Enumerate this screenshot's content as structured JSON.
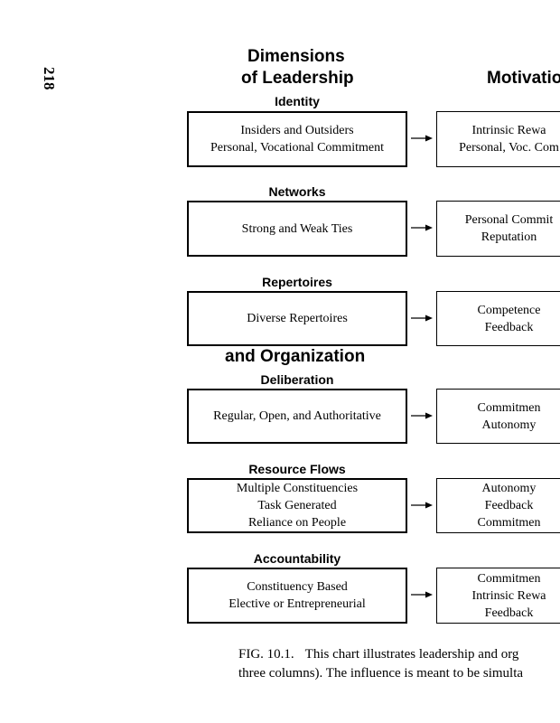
{
  "page_number": "218",
  "titles": {
    "dimensions_line1": "Dimensions",
    "dimensions_line2": "of Leadership",
    "motivation": "Motivation",
    "organization": "and Organization"
  },
  "sections": [
    {
      "heading": "Identity",
      "left_lines": [
        "Insiders and Outsiders",
        "Personal, Vocational Commitment"
      ],
      "right_lines": [
        "Intrinsic Rewa",
        "Personal, Voc. Com"
      ]
    },
    {
      "heading": "Networks",
      "left_lines": [
        "Strong and Weak Ties"
      ],
      "right_lines": [
        "Personal Commit",
        "Reputation"
      ]
    },
    {
      "heading": "Repertoires",
      "left_lines": [
        "Diverse Repertoires"
      ],
      "right_lines": [
        "Competence",
        "Feedback"
      ]
    },
    {
      "heading": "Deliberation",
      "left_lines": [
        "Regular, Open, and Authoritative"
      ],
      "right_lines": [
        "Commitmen",
        "Autonomy"
      ]
    },
    {
      "heading": "Resource Flows",
      "left_lines": [
        "Multiple Constituencies",
        "Task Generated",
        "Reliance on People"
      ],
      "right_lines": [
        "Autonomy",
        "Feedback",
        "Commitmen"
      ]
    },
    {
      "heading": "Accountability",
      "left_lines": [
        "Constituency Based",
        "Elective or Entrepreneurial"
      ],
      "right_lines": [
        "Commitmen",
        "Intrinsic Rewa",
        "Feedback"
      ]
    }
  ],
  "caption": {
    "fig_label": "FIG. 10.1.",
    "line1": "This chart illustrates leadership and org",
    "line2": "three columns). The influence is meant to be simulta"
  }
}
